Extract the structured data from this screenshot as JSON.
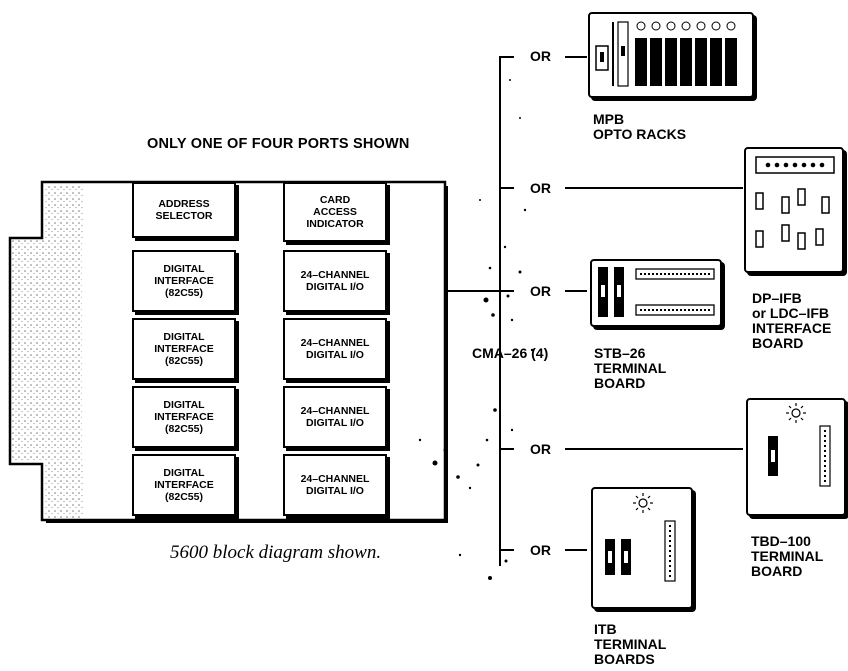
{
  "header": {
    "title": "ONLY ONE OF FOUR PORTS SHOWN"
  },
  "board": {
    "address_selector": "ADDRESS\nSELECTOR",
    "card_access_indicator": "CARD\nACCESS\nINDICATOR",
    "digital_interfaces": [
      "DIGITAL\nINTERFACE\n(82C55)",
      "DIGITAL\nINTERFACE\n(82C55)",
      "DIGITAL\nINTERFACE\n(82C55)",
      "DIGITAL\nINTERFACE\n(82C55)"
    ],
    "digital_io": [
      "24–CHANNEL\nDIGITAL I/O",
      "24–CHANNEL\nDIGITAL I/O",
      "24–CHANNEL\nDIGITAL I/O",
      "24–CHANNEL\nDIGITAL I/O"
    ]
  },
  "connector": {
    "label": "CMA–26 (4)",
    "or_labels": [
      "OR",
      "OR",
      "OR",
      "OR",
      "OR"
    ]
  },
  "devices": {
    "mpb": "MPB\nOPTO RACKS",
    "dp_ifb": "DP–IFB\nor LDC–IFB\nINTERFACE\nBOARD",
    "stb26": "STB–26\nTERMINAL\nBOARD",
    "tbd100": "TBD–100\nTERMINAL\nBOARD",
    "itb": "ITB\nTERMINAL\nBOARDS"
  },
  "caption": "5600 block diagram shown."
}
